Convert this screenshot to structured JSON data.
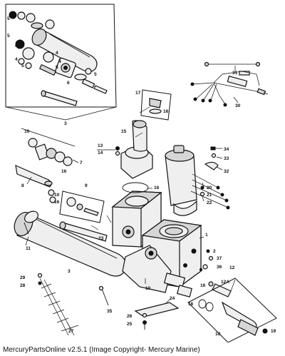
{
  "footer": {
    "text": "MercuryPartsOnline v2.5.1 (Image Copyright- Mercury Marine)"
  },
  "callouts": [
    {
      "id": "c1",
      "label": "1"
    },
    {
      "id": "c2",
      "label": "2"
    },
    {
      "id": "c3a",
      "label": "3"
    },
    {
      "id": "c3b",
      "label": "3"
    },
    {
      "id": "c4a",
      "label": "4"
    },
    {
      "id": "c4b",
      "label": "4"
    },
    {
      "id": "c4c",
      "label": "4"
    },
    {
      "id": "c4d",
      "label": "4"
    },
    {
      "id": "c5a",
      "label": "5"
    },
    {
      "id": "c5b",
      "label": "5"
    },
    {
      "id": "c5c",
      "label": "5"
    },
    {
      "id": "c5d",
      "label": "5"
    },
    {
      "id": "c5e",
      "label": "5"
    },
    {
      "id": "c6",
      "label": "6"
    },
    {
      "id": "c7",
      "label": "7"
    },
    {
      "id": "c8",
      "label": "8"
    },
    {
      "id": "c9",
      "label": "9"
    },
    {
      "id": "c10",
      "label": "10"
    },
    {
      "id": "c10b",
      "label": "10"
    },
    {
      "id": "c11",
      "label": "11"
    },
    {
      "id": "c12",
      "label": "12"
    },
    {
      "id": "c12a",
      "label": "12A"
    },
    {
      "id": "c13",
      "label": "13"
    },
    {
      "id": "c14",
      "label": "14"
    },
    {
      "id": "c15",
      "label": "15"
    },
    {
      "id": "c16a",
      "label": "16"
    },
    {
      "id": "c16b",
      "label": "16"
    },
    {
      "id": "c16c",
      "label": "16"
    },
    {
      "id": "c16d",
      "label": "16"
    },
    {
      "id": "c16e",
      "label": "16"
    },
    {
      "id": "c16f",
      "label": "16"
    },
    {
      "id": "c16g",
      "label": "16"
    },
    {
      "id": "c17",
      "label": "17"
    },
    {
      "id": "c18",
      "label": "18"
    },
    {
      "id": "c19",
      "label": "19"
    },
    {
      "id": "c20",
      "label": "20"
    },
    {
      "id": "c21",
      "label": "21"
    },
    {
      "id": "c22",
      "label": "22"
    },
    {
      "id": "c23",
      "label": "23"
    },
    {
      "id": "c24",
      "label": "24"
    },
    {
      "id": "c25",
      "label": "25"
    },
    {
      "id": "c26",
      "label": "26"
    },
    {
      "id": "c27",
      "label": "27"
    },
    {
      "id": "c28",
      "label": "28"
    },
    {
      "id": "c29",
      "label": "29"
    },
    {
      "id": "c30",
      "label": "30"
    },
    {
      "id": "c31",
      "label": "31"
    },
    {
      "id": "c32",
      "label": "32"
    },
    {
      "id": "c33",
      "label": "33"
    },
    {
      "id": "c34",
      "label": "34"
    },
    {
      "id": "c35",
      "label": "35"
    },
    {
      "id": "c36",
      "label": "36"
    },
    {
      "id": "c37",
      "label": "37"
    }
  ]
}
